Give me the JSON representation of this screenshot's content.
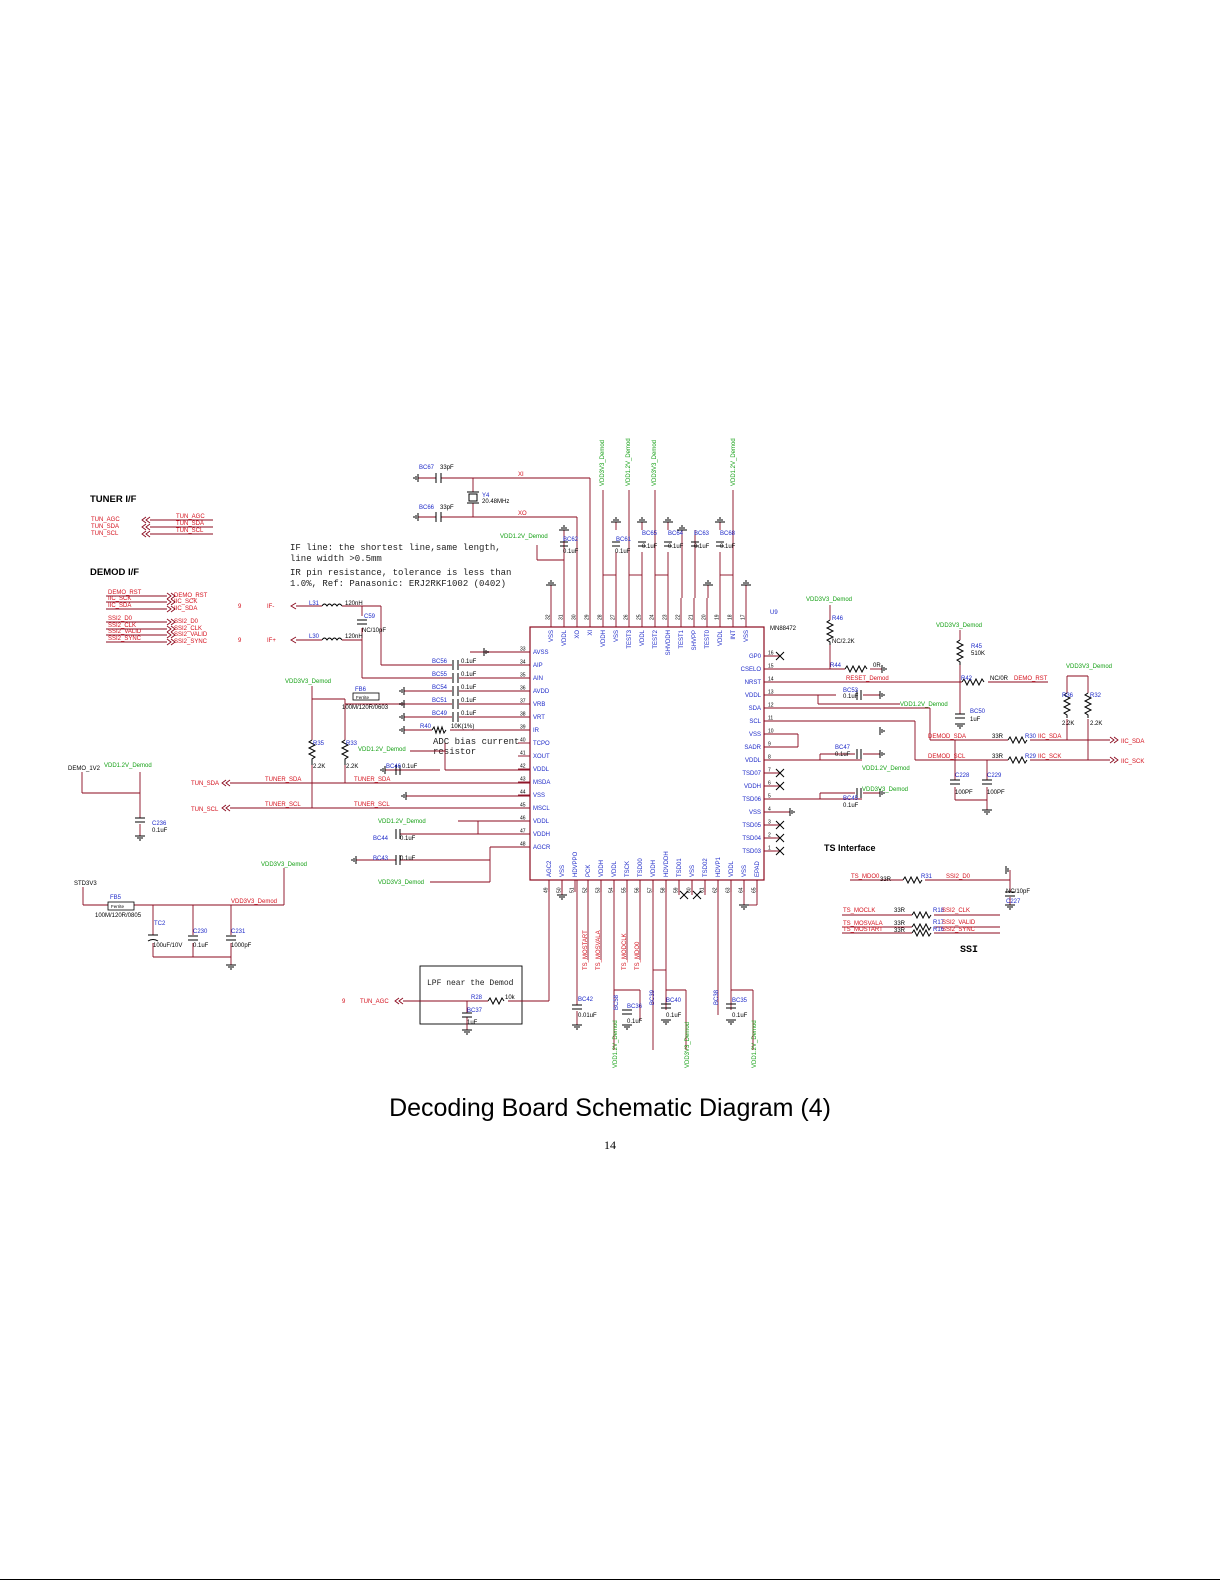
{
  "title": "Decoding Board Schematic Diagram (4)",
  "page_number": "14",
  "sections": {
    "tuner_if": "TUNER I/F",
    "demod_if": "DEMOD I/F",
    "ts_interface": "TS Interface",
    "ssi": "SSI"
  },
  "notes": {
    "if_line_1": "IF line: the shortest line,same length,",
    "if_line_2": "line width >0.5mm",
    "ir_pin_1": "IR pin resistance, tolerance is less than",
    "ir_pin_2": "1.0%, Ref: Panasonic: ERJ2RKF1002 (0402)",
    "adc_bias_1": "ADC bias current",
    "adc_bias_2": "resistor",
    "lpf": "LPF near the Demod"
  },
  "tuner_signals": [
    "TUN_AGC",
    "TUN_SDA",
    "TUN_SCL"
  ],
  "demod_signals_left": [
    "DEMO_RST",
    "IIC_SCK",
    "IIC_SDA",
    "SSI2_D0",
    "SSI2_CLK",
    "SSI2_VALID",
    "SSI2_SYNC"
  ],
  "demod_signals_right": [
    "DEMO_RST",
    "IIC_SCK",
    "IIC_SDA",
    "SSI2_D0",
    "SSI2_CLK",
    "SSI2_VALID",
    "SSI2_SYNC"
  ],
  "chip": {
    "ref": "U9",
    "part": "MN88472",
    "left_pins": [
      {
        "num": "33",
        "name": "AVSS"
      },
      {
        "num": "34",
        "name": "AIP"
      },
      {
        "num": "35",
        "name": "AIN"
      },
      {
        "num": "36",
        "name": "AVDD"
      },
      {
        "num": "37",
        "name": "VRB"
      },
      {
        "num": "38",
        "name": "VRT"
      },
      {
        "num": "39",
        "name": "IR"
      },
      {
        "num": "40",
        "name": "TCPO"
      },
      {
        "num": "41",
        "name": "XOUT"
      },
      {
        "num": "42",
        "name": "VDDL"
      },
      {
        "num": "43",
        "name": "MSDA"
      },
      {
        "num": "44",
        "name": "VSS"
      },
      {
        "num": "45",
        "name": "MSCL"
      },
      {
        "num": "46",
        "name": "VDDL"
      },
      {
        "num": "47",
        "name": "VDDH"
      },
      {
        "num": "48",
        "name": "AGCR"
      }
    ],
    "right_pins": [
      {
        "num": "16",
        "name": "GP0"
      },
      {
        "num": "15",
        "name": "CSELO"
      },
      {
        "num": "14",
        "name": "NRST"
      },
      {
        "num": "13",
        "name": "VDDL"
      },
      {
        "num": "12",
        "name": "SDA"
      },
      {
        "num": "11",
        "name": "SCL"
      },
      {
        "num": "10",
        "name": "VSS"
      },
      {
        "num": "9",
        "name": "SADR"
      },
      {
        "num": "8",
        "name": "VDDL"
      },
      {
        "num": "7",
        "name": "TSD07"
      },
      {
        "num": "6",
        "name": "VDDH"
      },
      {
        "num": "5",
        "name": "TSD06"
      },
      {
        "num": "4",
        "name": "VSS"
      },
      {
        "num": "3",
        "name": "TSD05"
      },
      {
        "num": "2",
        "name": "TSD04"
      },
      {
        "num": "1",
        "name": "TSD03"
      }
    ],
    "top_pins": [
      {
        "num": "32",
        "name": "VSS"
      },
      {
        "num": "31",
        "name": "VDDL"
      },
      {
        "num": "30",
        "name": "XO"
      },
      {
        "num": "29",
        "name": "XI"
      },
      {
        "num": "28",
        "name": "VDDH"
      },
      {
        "num": "27",
        "name": "VSS"
      },
      {
        "num": "26",
        "name": "TEST3"
      },
      {
        "num": "25",
        "name": "VDDL"
      },
      {
        "num": "24",
        "name": "TEST2"
      },
      {
        "num": "23",
        "name": "SHVDDH"
      },
      {
        "num": "22",
        "name": "TEST1"
      },
      {
        "num": "21",
        "name": "SHVPP"
      },
      {
        "num": "20",
        "name": "TEST0"
      },
      {
        "num": "19",
        "name": "VDDL"
      },
      {
        "num": "18",
        "name": "INT"
      },
      {
        "num": "17",
        "name": "VSS"
      }
    ],
    "bottom_pins": [
      {
        "num": "49",
        "name": "AGC2"
      },
      {
        "num": "50",
        "name": "VSS"
      },
      {
        "num": "51",
        "name": "HDVPPO"
      },
      {
        "num": "52",
        "name": "PCK"
      },
      {
        "num": "53",
        "name": "VDDH"
      },
      {
        "num": "54",
        "name": "VDDL"
      },
      {
        "num": "55",
        "name": "TSCK"
      },
      {
        "num": "56",
        "name": "TSD00"
      },
      {
        "num": "57",
        "name": "VDDH"
      },
      {
        "num": "58",
        "name": "HDVDDH"
      },
      {
        "num": "59",
        "name": "TSD01"
      },
      {
        "num": "60",
        "name": "VSS"
      },
      {
        "num": "61",
        "name": "TSD02"
      },
      {
        "num": "62",
        "name": "HDVP1"
      },
      {
        "num": "63",
        "name": "VDDL"
      },
      {
        "num": "64",
        "name": "VSS"
      },
      {
        "num": "65",
        "name": "EPAD"
      }
    ]
  },
  "top_rails": [
    "VDD3V3_Demod",
    "VDD1.2V_Demod",
    "VDD3V3_Demod",
    "VDD1.2V_Demod"
  ],
  "labels": {
    "xi": "XI",
    "xo": "XO",
    "bc67": "BC67",
    "bc66": "BC66",
    "c33pf": "33pF",
    "y4": "Y4",
    "y4_freq": "20.48MHz",
    "vdd12": "VDD1.2V_Demod",
    "vdd33": "VDD3V3_Demod",
    "bc62": "BC62",
    "bc61": "BC61",
    "bc65": "BC65",
    "bc64": "BC64",
    "bc63": "BC63",
    "bc68": "BC68",
    "u01": "0.1uF",
    "ifm": "IF-",
    "ifp": "IF+",
    "nine": "9",
    "l31": "L31",
    "l30": "L30",
    "l120": "120nH",
    "c59": "C59",
    "nc10p": "NC/10pF",
    "bc56": "BC56",
    "bc55": "BC55",
    "bc54": "BC54",
    "bc51": "BC51",
    "bc49": "BC49",
    "fb6": "FB6",
    "fb6_val": "100M/120R/0603",
    "fb_part": "Ferrite",
    "r40": "R40",
    "r40_val": "10K(1%)",
    "r35": "R35",
    "r33": "R33",
    "r2k2": "2.2K",
    "bc46": "BC46",
    "bc44": "BC44",
    "bc43": "BC43",
    "tun_sda": "TUN_SDA",
    "tun_scl": "TUN_SCL",
    "tun_agc": "TUN_AGC",
    "tuner_sda": "TUNER_SDA",
    "tuner_scl": "TUNER_SCL",
    "demod_1v2": "DEMO_1V2",
    "c236": "C236",
    "std3v3": "STD3V3",
    "fb5": "FB5",
    "fb5_val": "100M/120R/0805",
    "tc2": "TC2",
    "tc2_val": "100uF/10V",
    "c230": "C230",
    "c231": "C231",
    "c1000p": "1000pF",
    "r46": "R46",
    "r46_val": "NC/2.2K",
    "r45": "R45",
    "r45_val": "510K",
    "r44": "R44",
    "r44_val": "0R",
    "r42": "R42",
    "r42_val": "NC/0R",
    "reset_demod": "RESET_Demod",
    "demo_rst": "DEMO_RST",
    "bc53": "BC53",
    "bc50": "BC50",
    "u1": "1uF",
    "r36": "R36",
    "r32": "R32",
    "r30": "R30",
    "r29": "R29",
    "r33r": "33R",
    "demod_sda": "DEMOD_SDA",
    "demod_scl": "DEMOD_SCL",
    "iic_sda": "IIC_SDA",
    "iic_sck": "IIC_SCK",
    "bc47": "BC47",
    "bc45": "BC45",
    "c228": "C228",
    "c229": "C229",
    "c100p": "100PF",
    "ts_mdo0": "TS_MDO0",
    "ts_moclk": "TS_MOCLK",
    "ts_mosvala": "TS_MOSVALA",
    "ts_mostart": "TS_MOSTART",
    "r31": "R31",
    "r18": "R18",
    "r17": "R17",
    "r16": "R16",
    "ssi2_d0": "SSI2_D0",
    "ssi2_clk": "SSI2_CLK",
    "ssi2_valid": "SSI2_VALID",
    "ssi2_sync": "SSI2_SYNC",
    "c227": "C227",
    "ts_modclk": "TS_MODCLK",
    "ts_mdo0b": "TS_MDO0",
    "r28": "R28",
    "r28_val": "10k",
    "bc37": "BC37",
    "u1b": "1uF",
    "bc42": "BC42",
    "u001": "0.01uF",
    "bc36": "BC36",
    "bc40": "BC40",
    "bc39": "BC39",
    "bc35": "BC35",
    "bc58": "BC58",
    "bc38": "BC38"
  },
  "colors": {
    "wire": "#8b0a1e",
    "net_label": "#d4101c",
    "power_label": "#14a014",
    "pin_name": "#1e2ac8",
    "text": "#000000"
  }
}
